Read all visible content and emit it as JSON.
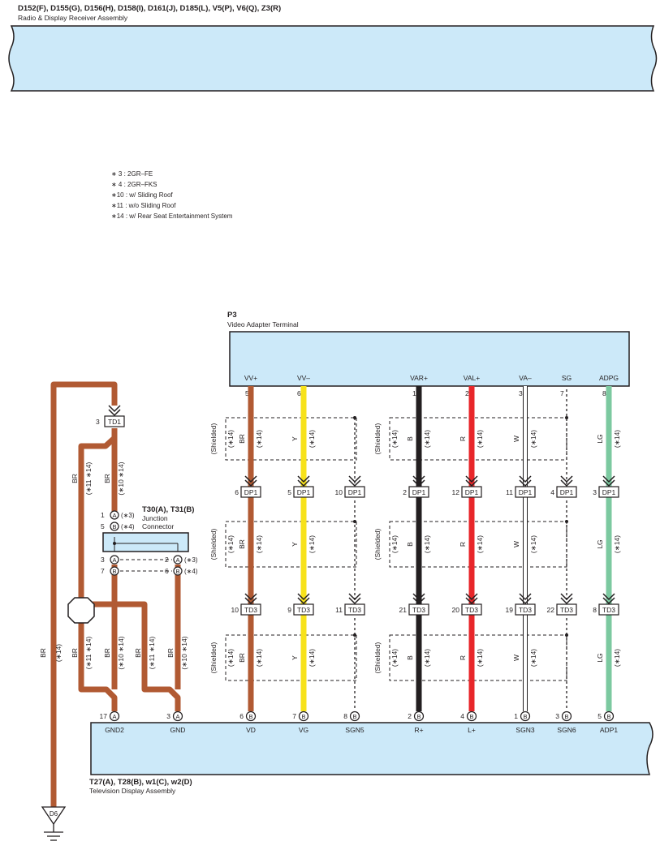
{
  "top_component": {
    "code": "D152(F), D155(G), D156(H), D158(I), D161(J), D185(L), V5(P), V6(Q), Z3(R)",
    "name": "Radio & Display Receiver Assembly"
  },
  "notes": [
    "∗ 3 : 2GR–FE",
    "∗ 4 : 2GR–FKS",
    "∗10 : w/ Sliding Roof",
    "∗11 : w/o Sliding Roof",
    "∗14 : w/ Rear Seat Entertainment System"
  ],
  "p3": {
    "code": "P3",
    "name": "Video Adapter Terminal",
    "pins": [
      {
        "label": "VV+",
        "num": "5"
      },
      {
        "label": "VV–",
        "num": "6"
      },
      {
        "label": "VAR+",
        "num": "1"
      },
      {
        "label": "VAL+",
        "num": "2"
      },
      {
        "label": "VA–",
        "num": "3"
      },
      {
        "label": "SG",
        "num": "7"
      },
      {
        "label": "ADPG",
        "num": "8"
      }
    ]
  },
  "junction": {
    "code": "T30(A), T31(B)",
    "name_line1": "Junction",
    "name_line2": "Connector",
    "pins_left": [
      {
        "num": "1",
        "letter": "A",
        "note": "(∗3)"
      },
      {
        "num": "5",
        "letter": "B",
        "note": "(∗4)"
      },
      {
        "num": "3",
        "letter": "A"
      },
      {
        "num": "7",
        "letter": "B"
      }
    ],
    "pins_right": [
      {
        "num": "2",
        "letter": "A",
        "note": "(∗3)"
      },
      {
        "num": "6",
        "letter": "B",
        "note": "(∗4)"
      }
    ]
  },
  "td1": {
    "num": "3",
    "label": "TD1"
  },
  "connectors": {
    "dp1": [
      {
        "num": "6",
        "label": "DP1"
      },
      {
        "num": "5",
        "label": "DP1"
      },
      {
        "num": "10",
        "label": "DP1"
      },
      {
        "num": "2",
        "label": "DP1"
      },
      {
        "num": "12",
        "label": "DP1"
      },
      {
        "num": "11",
        "label": "DP1"
      },
      {
        "num": "4",
        "label": "DP1"
      },
      {
        "num": "3",
        "label": "DP1"
      }
    ],
    "td3": [
      {
        "num": "10",
        "label": "TD3"
      },
      {
        "num": "9",
        "label": "TD3"
      },
      {
        "num": "11",
        "label": "TD3"
      },
      {
        "num": "21",
        "label": "TD3"
      },
      {
        "num": "20",
        "label": "TD3"
      },
      {
        "num": "19",
        "label": "TD3"
      },
      {
        "num": "22",
        "label": "TD3"
      },
      {
        "num": "8",
        "label": "TD3"
      }
    ]
  },
  "shield_label": "(Shielded)",
  "wire_note": "(∗14)",
  "wire_colors": {
    "BR": "BR",
    "Y": "Y",
    "B": "B",
    "R": "R",
    "W": "W",
    "LG": "LG"
  },
  "left_wire_notes": {
    "n11_14": "(∗11 ∗14)",
    "n10_14": "(∗10 ∗14)"
  },
  "bottom_pins": [
    {
      "num": "17",
      "letter": "A",
      "label": "GND2"
    },
    {
      "num": "3",
      "letter": "A",
      "label": "GND"
    },
    {
      "num": "6",
      "letter": "B",
      "label": "VD"
    },
    {
      "num": "7",
      "letter": "B",
      "label": "VG"
    },
    {
      "num": "8",
      "letter": "B",
      "label": "SGN5"
    },
    {
      "num": "2",
      "letter": "B",
      "label": "R+"
    },
    {
      "num": "4",
      "letter": "B",
      "label": "L+"
    },
    {
      "num": "1",
      "letter": "B",
      "label": "SGN3"
    },
    {
      "num": "3",
      "letter": "B",
      "label": "SGN6"
    },
    {
      "num": "5",
      "letter": "B",
      "label": "ADP1"
    }
  ],
  "bottom_component": {
    "code": "T27(A), T28(B), w1(C), w2(D)",
    "name": "Television Display Assembly"
  },
  "ground": {
    "label": "D6"
  },
  "colors": {
    "brown": "#b15a33",
    "yellow": "#f7e21a",
    "black": "#231f20",
    "red": "#e8262a",
    "lightgreen": "#7cc9a0",
    "panel": "#cce9f9"
  }
}
